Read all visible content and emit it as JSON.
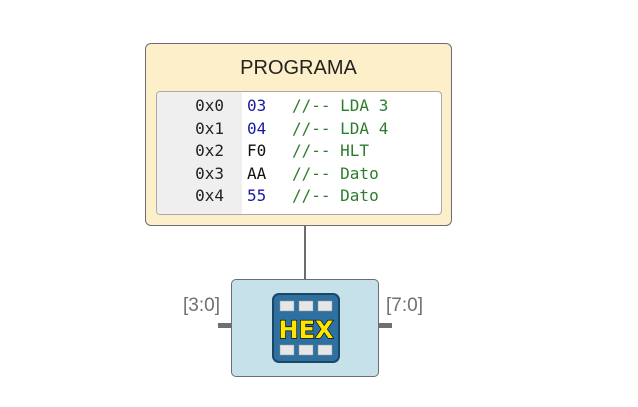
{
  "program": {
    "title": "PROGRAMA",
    "rows": [
      {
        "addr": "0x0",
        "value": "03",
        "value_kind": "number",
        "comment": "//-- LDA 3"
      },
      {
        "addr": "0x1",
        "value": "04",
        "value_kind": "number",
        "comment": "//-- LDA 4"
      },
      {
        "addr": "0x2",
        "value": "F0",
        "value_kind": "opcode",
        "comment": "//-- HLT"
      },
      {
        "addr": "0x3",
        "value": "AA",
        "value_kind": "opcode",
        "comment": "//-- Dato"
      },
      {
        "addr": "0x4",
        "value": "55",
        "value_kind": "number",
        "comment": "//-- Dato"
      }
    ]
  },
  "hex_block": {
    "icon_text": "HEX",
    "input_label": "[3:0]",
    "output_label": "[7:0]"
  },
  "colors": {
    "program_bg": "#fcefc9",
    "block_bg": "#c6e1ea",
    "comment": "#2d7d2d",
    "number": "#1a1aa6"
  }
}
